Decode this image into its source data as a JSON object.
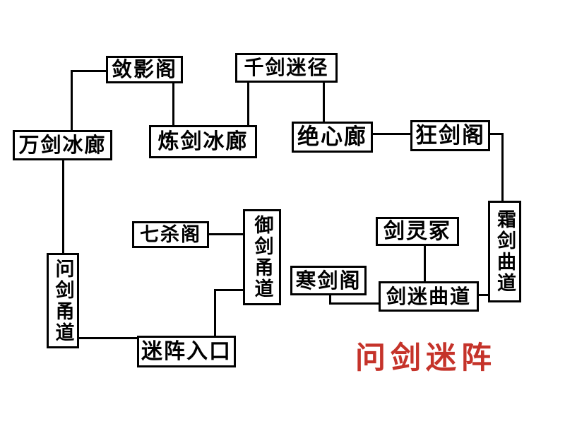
{
  "canvas": {
    "background": "#ffffff",
    "line_color": "#000000",
    "box_border_color": "#000000"
  },
  "title": {
    "text": "问剑迷阵",
    "color": "#c5332a"
  },
  "nodes": [
    {
      "id": "lianyingge",
      "label": "敛影阁"
    },
    {
      "id": "qianjianmijing",
      "label": "千剑迷径"
    },
    {
      "id": "wanjianbinglang",
      "label": "万剑冰廊"
    },
    {
      "id": "lianjianbinglang",
      "label": "炼剑冰廊"
    },
    {
      "id": "juexinlang",
      "label": "绝心廊"
    },
    {
      "id": "kuangjiange",
      "label": "狂剑阁"
    },
    {
      "id": "shuangjianqudao",
      "label": "霜剑曲道"
    },
    {
      "id": "qishage",
      "label": "七杀阁"
    },
    {
      "id": "yujianyongdao",
      "label": "御剑甬道"
    },
    {
      "id": "jianlingzhong",
      "label": "剑灵冢"
    },
    {
      "id": "hanjiange",
      "label": "寒剑阁"
    },
    {
      "id": "jianmiqudao",
      "label": "剑迷曲道"
    },
    {
      "id": "wenjianyongdao",
      "label": "问剑甬道"
    },
    {
      "id": "mizhenrukou",
      "label": "迷阵入口"
    }
  ],
  "edges": [
    {
      "from": "敛影阁",
      "to": "万剑冰廊"
    },
    {
      "from": "敛影阁",
      "to": "炼剑冰廊"
    },
    {
      "from": "千剑迷径",
      "to": "炼剑冰廊"
    },
    {
      "from": "千剑迷径",
      "to": "绝心廊"
    },
    {
      "from": "绝心廊",
      "to": "狂剑阁"
    },
    {
      "from": "狂剑阁",
      "to": "霜剑曲道"
    },
    {
      "from": "霜剑曲道",
      "to": "剑迷曲道"
    },
    {
      "from": "剑灵冢",
      "to": "剑迷曲道"
    },
    {
      "from": "寒剑阁",
      "to": "剑迷曲道"
    },
    {
      "from": "七杀阁",
      "to": "御剑甬道"
    },
    {
      "from": "御剑甬道",
      "to": "迷阵入口"
    },
    {
      "from": "万剑冰廊",
      "to": "问剑甬道"
    },
    {
      "from": "问剑甬道",
      "to": "迷阵入口"
    }
  ]
}
